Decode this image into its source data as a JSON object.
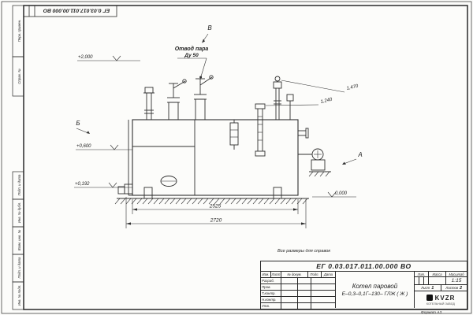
{
  "sheet": {
    "stamp_top": "ЕГ 0.03.017.011.00.000  ВО",
    "format_label": "Формат А3",
    "note": "Все размеры для справок",
    "left_margin_labels": {
      "l1": "Перв. примен.",
      "l2": "Справ. №",
      "l3": "Подп. и дата",
      "l4": "Инв. № дубл.",
      "l5": "Взам. инв. №",
      "l6": "Подп. и дата",
      "l7": "Инв. № подл."
    }
  },
  "drawing": {
    "callout": {
      "line1": "Отвод пара",
      "line2": "Ду 50"
    },
    "views": {
      "top": "В",
      "left": "Б",
      "right": "А"
    },
    "elevations": {
      "valve_top": "+2,000",
      "mid": "+0,600",
      "low": "+0,192",
      "ground": "0,000"
    },
    "dims": {
      "height1": "1,470",
      "height2": "1,240",
      "length_inner": "2525",
      "length_overall": "2720"
    }
  },
  "title_block": {
    "doc_number": "ЕГ 0.03.017.011.00.000  ВО",
    "product_line1": "Котел паровой",
    "product_line2": "Е–0,3–0,1Г–130– ГЛЖ ( Ж )",
    "columns": {
      "izm": "Изм.",
      "list": "Лист",
      "doc": "№ докум.",
      "sign": "Подп.",
      "date": "Дата"
    },
    "rows": {
      "r1": "Разраб.",
      "r2": "Пров.",
      "r3": "Т.контр.",
      "r4": "Н.контр.",
      "r5": "Утв."
    },
    "right": {
      "lit": "Лит.",
      "mass": "Масса",
      "scale": "Масштаб",
      "scale_value": "1:15",
      "sheet": "Лист",
      "sheet_value": "1",
      "sheets": "Листов",
      "sheets_value": "2"
    },
    "logo": {
      "text": "KVZR",
      "sub": "КОТЕЛЬНЫЙ ЗАВОД"
    }
  }
}
